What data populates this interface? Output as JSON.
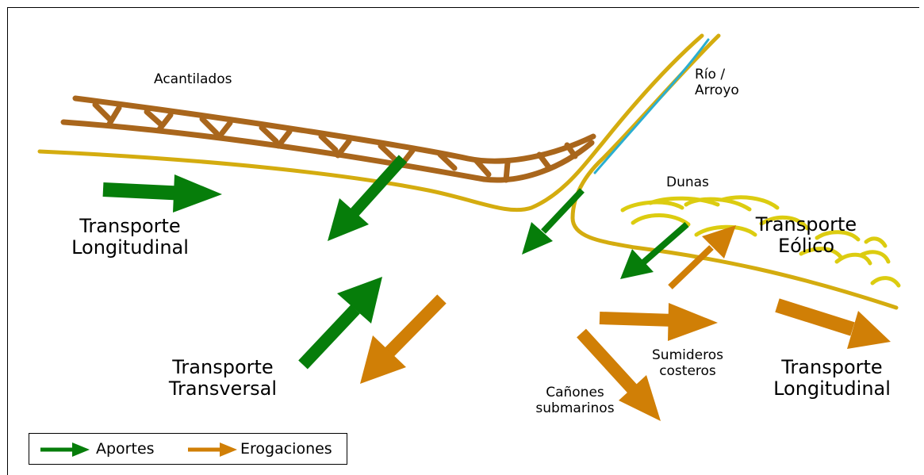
{
  "labels": {
    "acantilados": "Acantilados",
    "rio": "Río /\nArroyo",
    "dunas": "Dunas",
    "transporte_eolico": "Transporte\nEólico",
    "transporte_longitudinal_izq": "Transporte\nLongitudinal",
    "transporte_transversal": "Transporte\nTransversal",
    "sumideros_costeros": "Sumideros\ncosteros",
    "canones_submarinos": "Cañones\nsubmarinos",
    "transporte_longitudinal_der": "Transporte\nLongitudinal"
  },
  "legend": {
    "aportes": "Aportes",
    "erogaciones": "Erogaciones"
  },
  "colors": {
    "aportes": "#067d0a",
    "erogaciones": "#d07f06",
    "cliff": "#a9661c",
    "shoreline": "#d4ac0f",
    "river": "#2aaed0",
    "dunes": "#dccc10"
  }
}
